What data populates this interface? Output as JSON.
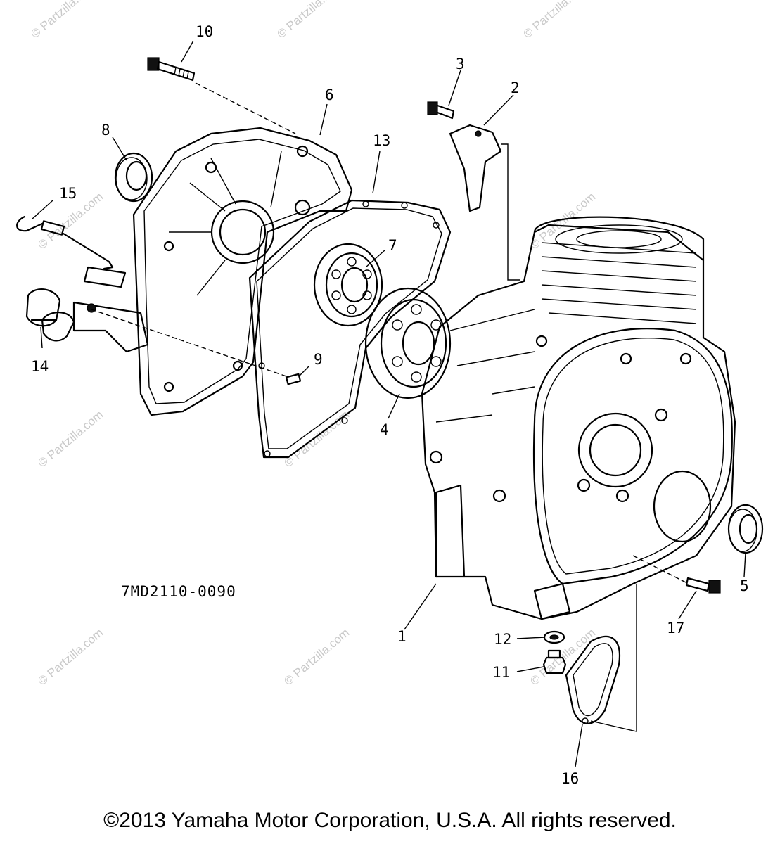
{
  "watermark": "© Partzilla.com",
  "diagram_code": "7MD2110-0090",
  "copyright": "©2013  Yamaha Motor Corporation, U.S.A. All rights reserved.",
  "callouts": [
    "10",
    "3",
    "2",
    "6",
    "8",
    "13",
    "15",
    "7",
    "14",
    "9",
    "4",
    "1",
    "5",
    "17",
    "12",
    "11",
    "16"
  ]
}
